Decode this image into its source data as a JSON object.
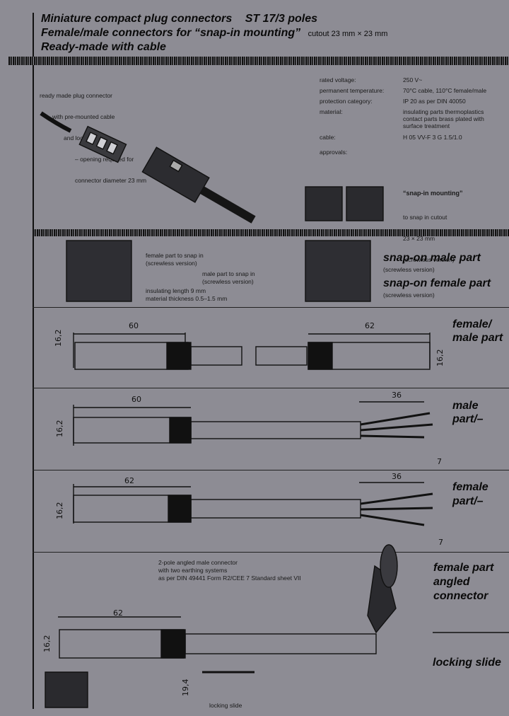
{
  "header": {
    "title1_a": "Miniature compact plug connectors",
    "title1_b": "ST 17/3 poles",
    "title2": "Female/male connectors for “snap-in mounting”",
    "title2_note": "cutout 23 mm × 23 mm",
    "title3": "Ready-made with cable"
  },
  "intro": {
    "product_lines": [
      "ready made plug connector",
      "with pre-mounted cable",
      "and locking slide",
      "– opening required for",
      "connector diameter 23 mm"
    ],
    "specs": [
      {
        "label": "rated voltage:",
        "value": "250 V~"
      },
      {
        "label": "permanent temperature:",
        "value": "70°C cable, 110°C female/male"
      },
      {
        "label": "protection category:",
        "value": "IP 20 as per DIN 40050"
      },
      {
        "label": "material:",
        "value": "insulating parts thermoplastics\ncontact parts brass plated with\nsurface treatment"
      },
      {
        "label": "cable:",
        "value": "H 05 VV-F 3 G 1.5/1.0"
      },
      {
        "label": "approvals:",
        "value": ""
      }
    ],
    "snapin_title": "“snap-in mounting”",
    "snapin_lines": [
      "to snap in cutout",
      "23 × 23 mm",
      "(screwless version)"
    ]
  },
  "snapon": {
    "notes": [
      "female part to snap in",
      "(screwless version)",
      "male part to snap in",
      "(screwless version)",
      "insulating length 9 mm",
      "material thickness 0.5–1.5 mm"
    ],
    "male_title": "snap-on male part",
    "male_sub": "(screwless version)",
    "female_title": "snap-on female part",
    "female_sub": "(screwless version)"
  },
  "section1": {
    "title_line1": "female/",
    "title_line2": "male part",
    "dim_a": "60",
    "dim_b": "62",
    "dim_h1": "16,2",
    "dim_h2": "16,2"
  },
  "section2": {
    "title_line1": "male",
    "title_line2": "part/–",
    "dim_a": "60",
    "dim_b": "36",
    "dim_h": "16,2",
    "dim_c": "7"
  },
  "section3": {
    "title_line1": "female",
    "title_line2": "part/–",
    "dim_a": "62",
    "dim_b": "36",
    "dim_h": "16,2",
    "dim_c": "7"
  },
  "section4": {
    "notes": [
      "2-pole angled male connector",
      "with two earthing systems",
      "as per DIN 49441 Form R2/CEE 7 Standard sheet VII"
    ],
    "title_line1": "female part",
    "title_line2": "angled",
    "title_line3": "connector",
    "dim_a": "62",
    "dim_h": "16,2",
    "dim_h2": "19,4",
    "locking_title": "locking slide",
    "locking_label": "locking slide"
  }
}
